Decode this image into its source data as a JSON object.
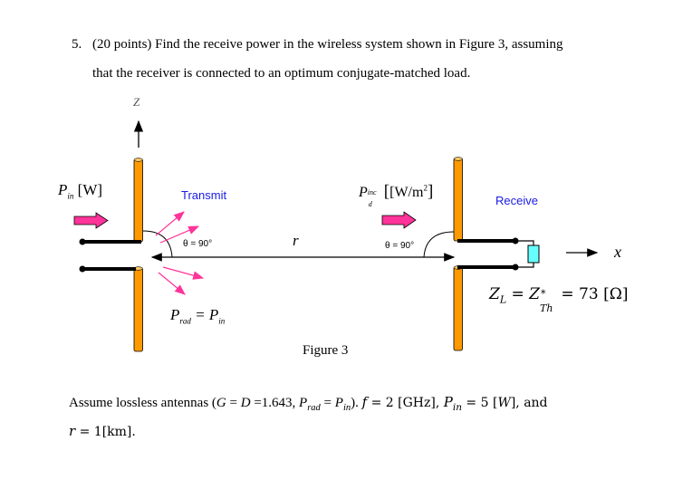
{
  "question": {
    "number": "5.",
    "line1": "(20 points) Find the receive power in the wireless system shown in Figure 3, assuming",
    "line2": "that the receiver is connected to an optimum conjugate-matched load."
  },
  "figure": {
    "caption": "Figure 3",
    "z_axis_label": "Z",
    "x_axis_label": "x",
    "transmit_label": "Transmit",
    "receive_label": "Receive",
    "pin_symbol": "P",
    "pin_sub": "in",
    "pin_unit": "[W]",
    "pd_symbol": "P",
    "pd_sub": "d",
    "pd_sup": "inc",
    "pd_unit": "[W/m",
    "pd_unit_sup": "2",
    "pd_unit_close": "]",
    "distance_label": "r",
    "theta_tx": "θ = 90°",
    "theta_rx": "θ = 90°",
    "prad_symbol": "P",
    "prad_sub": "rad",
    "prad_eq": " = P",
    "prad_eq_sub": "in",
    "zl_text": "Z",
    "zl_sub": "L",
    "zl_eq": " = Z",
    "zth_sup": "*",
    "zth_sub": "Th",
    "zl_value": " = 73 [Ω]",
    "colors": {
      "antenna": "#FF9900",
      "power_arrow": "#FF3399",
      "ray_arrow": "#FF3399",
      "load": "#66FFFF",
      "label_blue": "#1a1ae6"
    }
  },
  "assumptions": {
    "line1_a": "Assume lossless antennas (",
    "G": "G",
    "eq1": " = ",
    "D": "D",
    "eq2": " =1.643, ",
    "Prad": "P",
    "Prad_sub": "rad",
    "eq3": " = ",
    "Pin": "P",
    "Pin_sub": "in",
    "close": "). ",
    "f": "f",
    "f_val": " = 2 [GHz], ",
    "Pin2": "P",
    "Pin2_sub": "in",
    "pin_val": " = 5 [",
    "W": "W",
    "pin_close": "], and",
    "r": "r",
    "r_val": " = 1[km]."
  }
}
